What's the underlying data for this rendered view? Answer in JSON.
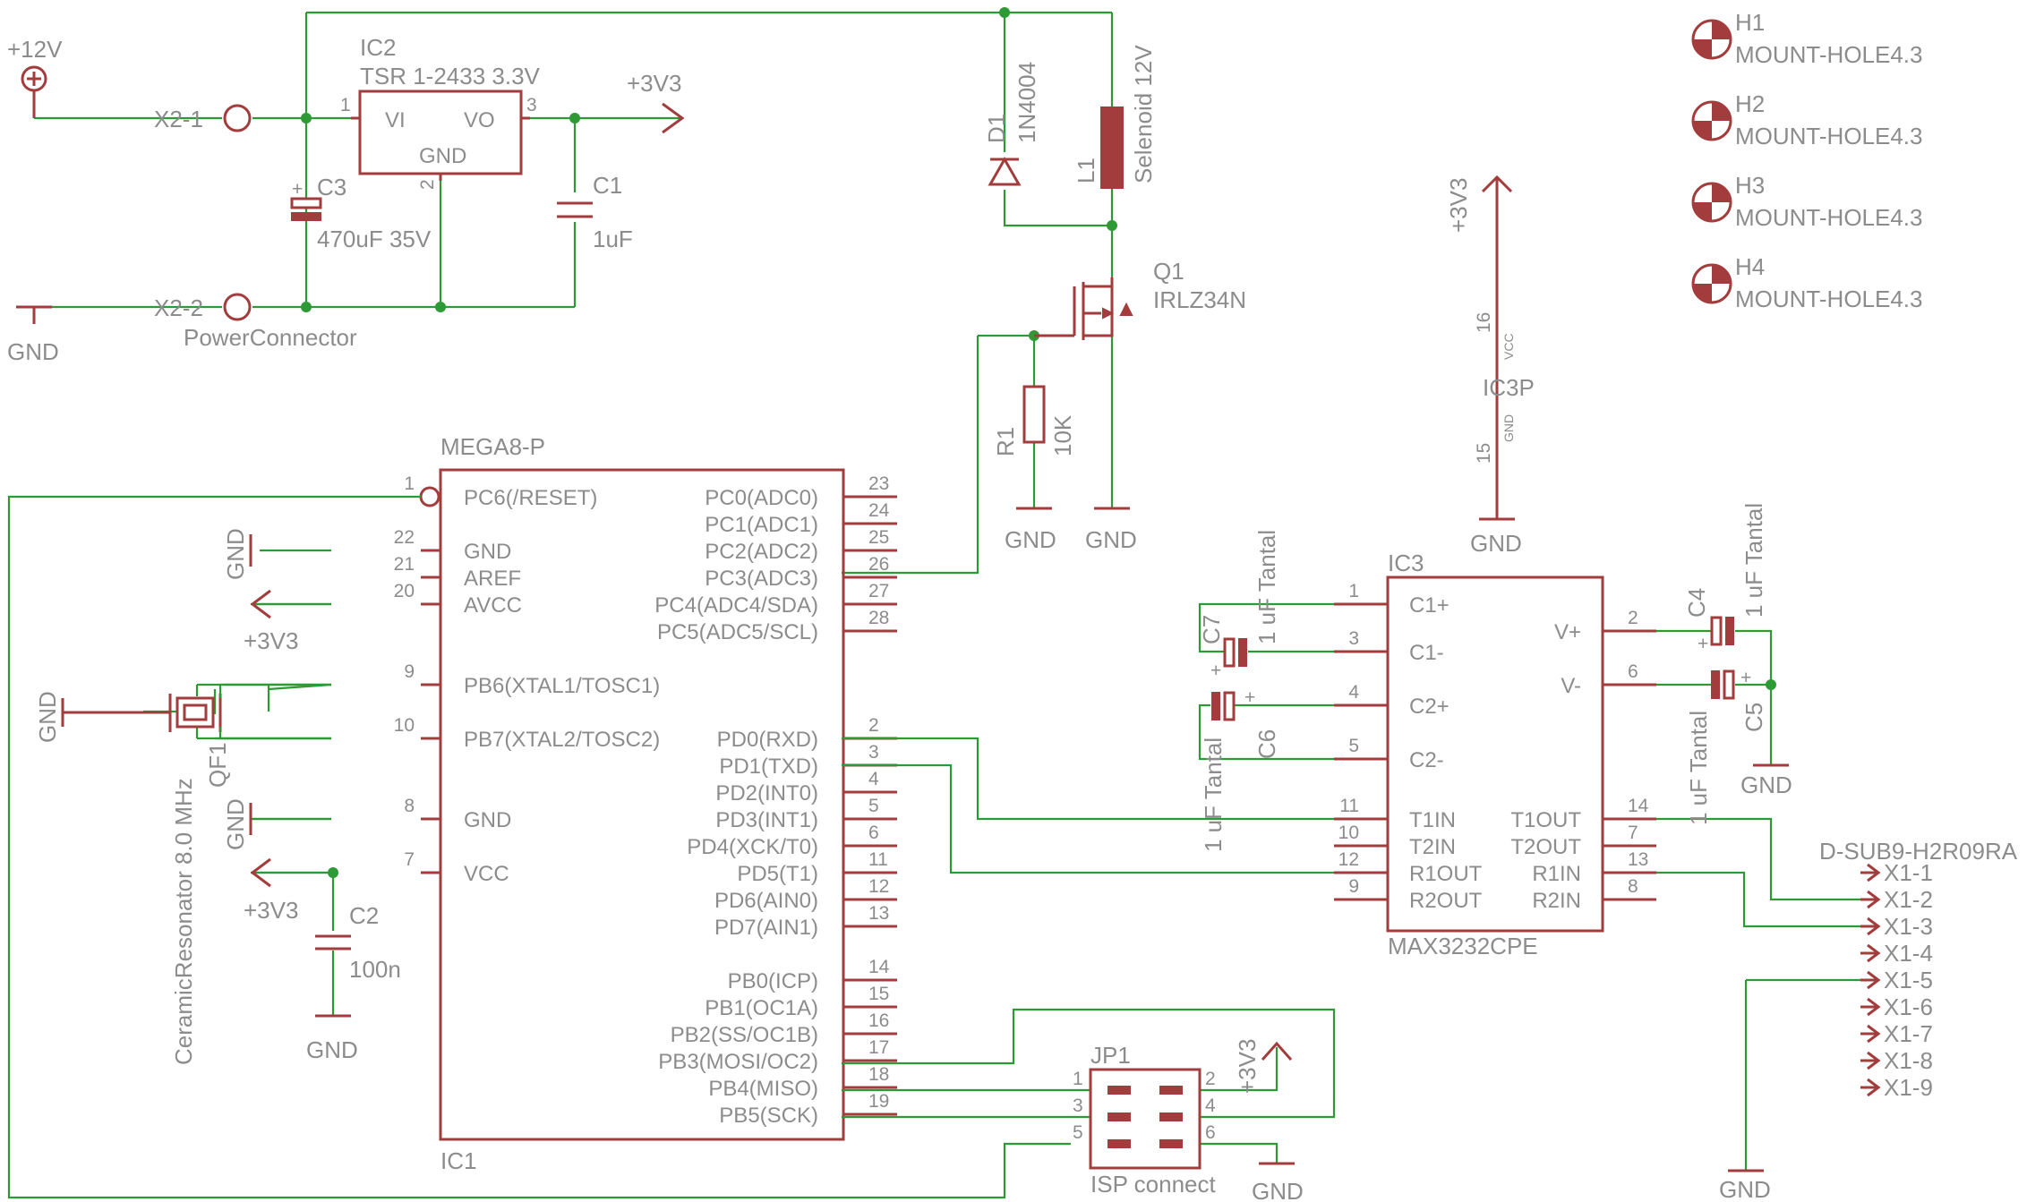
{
  "power": {
    "p12v": "+12V",
    "x2_1": "X2-1",
    "x2_2": "X2-2",
    "power_connector": "PowerConnector",
    "ic2": "IC2",
    "ic2_value": "TSR 1-2433 3.3V",
    "ic2_vi": "VI",
    "ic2_vo": "VO",
    "ic2_gnd": "GND",
    "pin1": "1",
    "pin2": "2",
    "pin3": "3",
    "p3v3": "+3V3",
    "c3": "C3",
    "c3_value": "470uF 35V",
    "c1": "C1",
    "c1_value": "1uF",
    "gnd": "GND"
  },
  "driver": {
    "d1": "D1",
    "d1_value": "1N4004",
    "l1": "L1",
    "l1_value": "Selenoid 12V",
    "q1": "Q1",
    "q1_value": "IRLZ34N",
    "r1": "R1",
    "r1_value": "10K",
    "gnd": "GND"
  },
  "mcu": {
    "name": "MEGA8-P",
    "ref": "IC1",
    "left": [
      {
        "num": "1",
        "name": "PC6(/RESET)"
      },
      {
        "num": "22",
        "name": "GND"
      },
      {
        "num": "21",
        "name": "AREF"
      },
      {
        "num": "20",
        "name": "AVCC"
      },
      {
        "num": "9",
        "name": "PB6(XTAL1/TOSC1)"
      },
      {
        "num": "10",
        "name": "PB7(XTAL2/TOSC2)"
      },
      {
        "num": "8",
        "name": "GND"
      },
      {
        "num": "7",
        "name": "VCC"
      }
    ],
    "right": [
      {
        "num": "23",
        "name": "PC0(ADC0)"
      },
      {
        "num": "24",
        "name": "PC1(ADC1)"
      },
      {
        "num": "25",
        "name": "PC2(ADC2)"
      },
      {
        "num": "26",
        "name": "PC3(ADC3)"
      },
      {
        "num": "27",
        "name": "PC4(ADC4/SDA)"
      },
      {
        "num": "28",
        "name": "PC5(ADC5/SCL)"
      },
      {
        "num": "2",
        "name": "PD0(RXD)"
      },
      {
        "num": "3",
        "name": "PD1(TXD)"
      },
      {
        "num": "4",
        "name": "PD2(INT0)"
      },
      {
        "num": "5",
        "name": "PD3(INT1)"
      },
      {
        "num": "6",
        "name": "PD4(XCK/T0)"
      },
      {
        "num": "11",
        "name": "PD5(T1)"
      },
      {
        "num": "12",
        "name": "PD6(AIN0)"
      },
      {
        "num": "13",
        "name": "PD7(AIN1)"
      },
      {
        "num": "14",
        "name": "PB0(ICP)"
      },
      {
        "num": "15",
        "name": "PB1(OC1A)"
      },
      {
        "num": "16",
        "name": "PB2(SS/OC1B)"
      },
      {
        "num": "17",
        "name": "PB3(MOSI/OC2)"
      },
      {
        "num": "18",
        "name": "PB4(MISO)"
      },
      {
        "num": "19",
        "name": "PB5(SCK)"
      }
    ]
  },
  "mcu_support": {
    "gnd": "GND",
    "p3v3": "+3V3",
    "qf1": "QF1",
    "qf1_value": "CeramicResonator 8.0 MHz",
    "c2": "C2",
    "c2_value": "100n"
  },
  "isp": {
    "ref": "JP1",
    "value": "ISP connect",
    "p3v3": "+3V3",
    "gnd": "GND",
    "pins": [
      "1",
      "2",
      "3",
      "4",
      "5",
      "6"
    ]
  },
  "ic3p": {
    "p3v3": "+3V3",
    "vcc": "VCC",
    "gnd_pin": "GND",
    "pin16": "16",
    "pin15": "15",
    "ref": "IC3P",
    "gnd": "GND"
  },
  "rs232": {
    "ref": "IC3",
    "value": "MAX3232CPE",
    "left": [
      {
        "num": "1",
        "name": "C1+"
      },
      {
        "num": "3",
        "name": "C1-"
      },
      {
        "num": "4",
        "name": "C2+"
      },
      {
        "num": "5",
        "name": "C2-"
      },
      {
        "num": "11",
        "name": "T1IN"
      },
      {
        "num": "10",
        "name": "T2IN"
      },
      {
        "num": "12",
        "name": "R1OUT"
      },
      {
        "num": "9",
        "name": "R2OUT"
      }
    ],
    "right": [
      {
        "num": "2",
        "name": "V+"
      },
      {
        "num": "6",
        "name": "V-"
      },
      {
        "num": "14",
        "name": "T1OUT"
      },
      {
        "num": "7",
        "name": "T2OUT"
      },
      {
        "num": "13",
        "name": "R1IN"
      },
      {
        "num": "8",
        "name": "R2IN"
      }
    ],
    "c7": "C7",
    "c6": "C6",
    "c4": "C4",
    "c5": "C5",
    "tantal": "1 uF Tantal",
    "gnd": "GND"
  },
  "dsub": {
    "name": "D-SUB9-H2R09RA",
    "pins": [
      "X1-1",
      "X1-2",
      "X1-3",
      "X1-4",
      "X1-5",
      "X1-6",
      "X1-7",
      "X1-8",
      "X1-9"
    ],
    "gnd": "GND"
  },
  "holes": [
    {
      "ref": "H1",
      "value": "MOUNT-HOLE4.3"
    },
    {
      "ref": "H2",
      "value": "MOUNT-HOLE4.3"
    },
    {
      "ref": "H3",
      "value": "MOUNT-HOLE4.3"
    },
    {
      "ref": "H4",
      "value": "MOUNT-HOLE4.3"
    }
  ]
}
